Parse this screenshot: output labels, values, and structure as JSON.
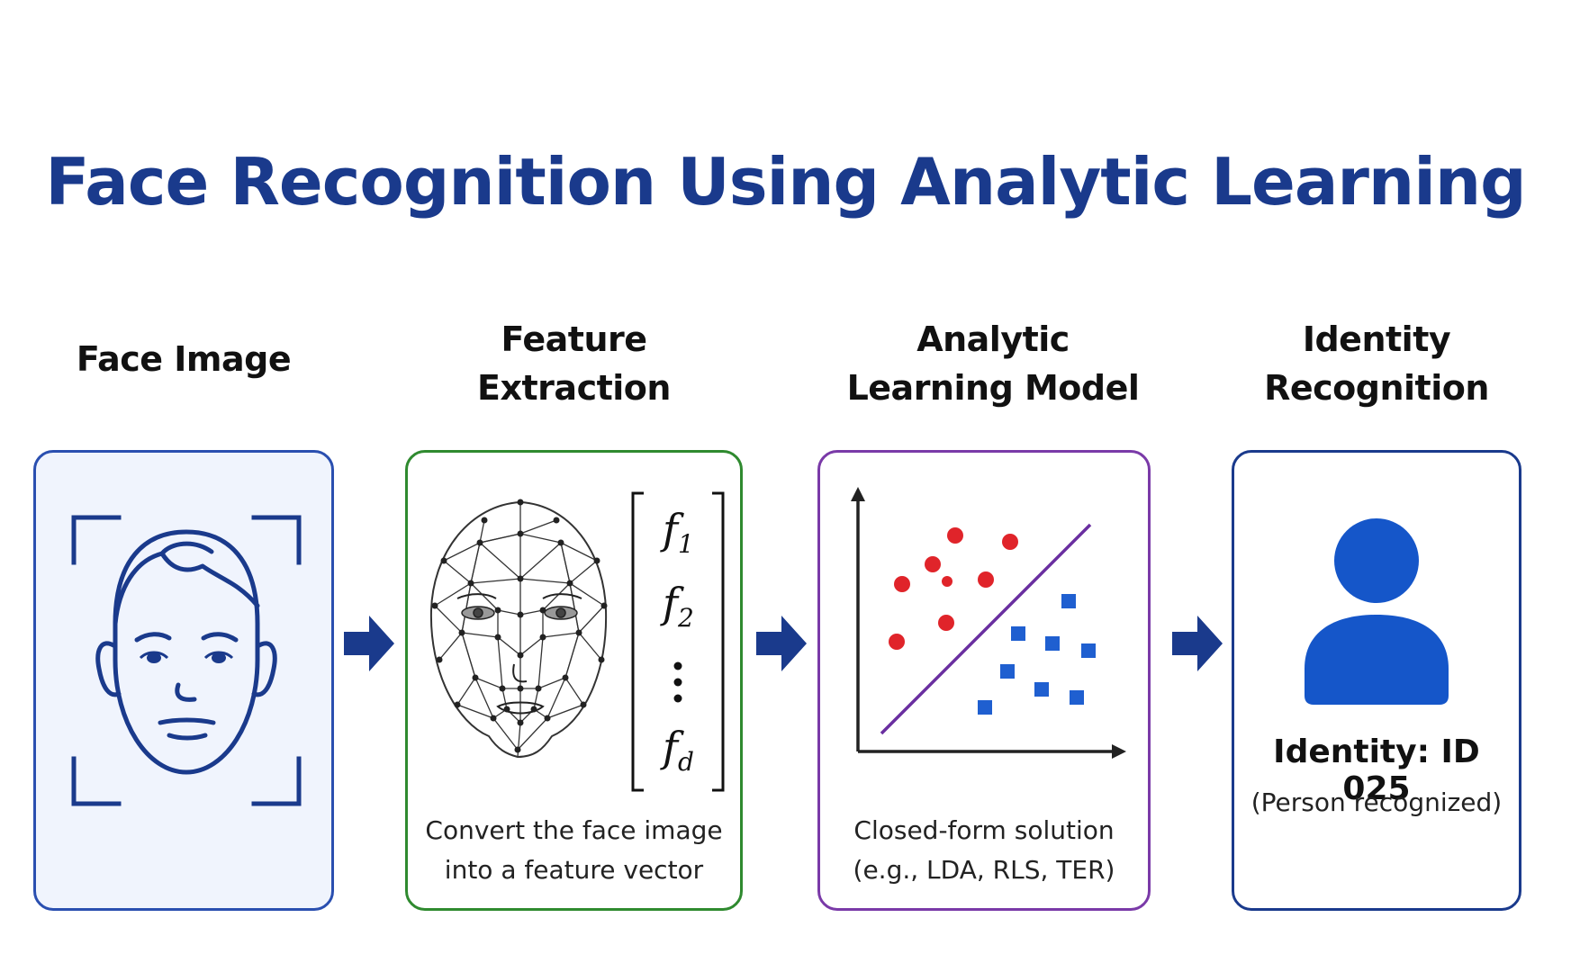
{
  "title": "Face Recognition Using Analytic Learning",
  "stages": [
    {
      "label_lines": [
        "Face Image"
      ]
    },
    {
      "label_lines": [
        "Feature",
        "Extraction"
      ]
    },
    {
      "label_lines": [
        "Analytic",
        "Learning Model"
      ]
    },
    {
      "label_lines": [
        "Identity",
        "Recognition"
      ]
    }
  ],
  "feature_panel": {
    "vector": [
      {
        "base": "f",
        "sub": "1"
      },
      {
        "base": "f",
        "sub": "2"
      },
      {
        "base": "f",
        "sub": "d"
      }
    ],
    "caption_lines": [
      "Convert the face image",
      "into a feature vector"
    ]
  },
  "model_panel": {
    "caption_lines": [
      "Closed-form solution",
      "(e.g., LDA, RLS, TER)"
    ]
  },
  "identity_panel": {
    "identity": "Identity: ID 025",
    "note": "(Person recognized)"
  },
  "colors": {
    "title": "#1a3a8c",
    "arrow": "#1a3a8c",
    "class_a": "#e0242a",
    "class_b": "#1f5fd0",
    "divider": "#6a2fa0",
    "person": "#1556c9"
  },
  "icons": [
    "face-outline-icon",
    "face-mesh-icon",
    "scatter-plot-icon",
    "person-icon",
    "arrow-right-icon"
  ]
}
